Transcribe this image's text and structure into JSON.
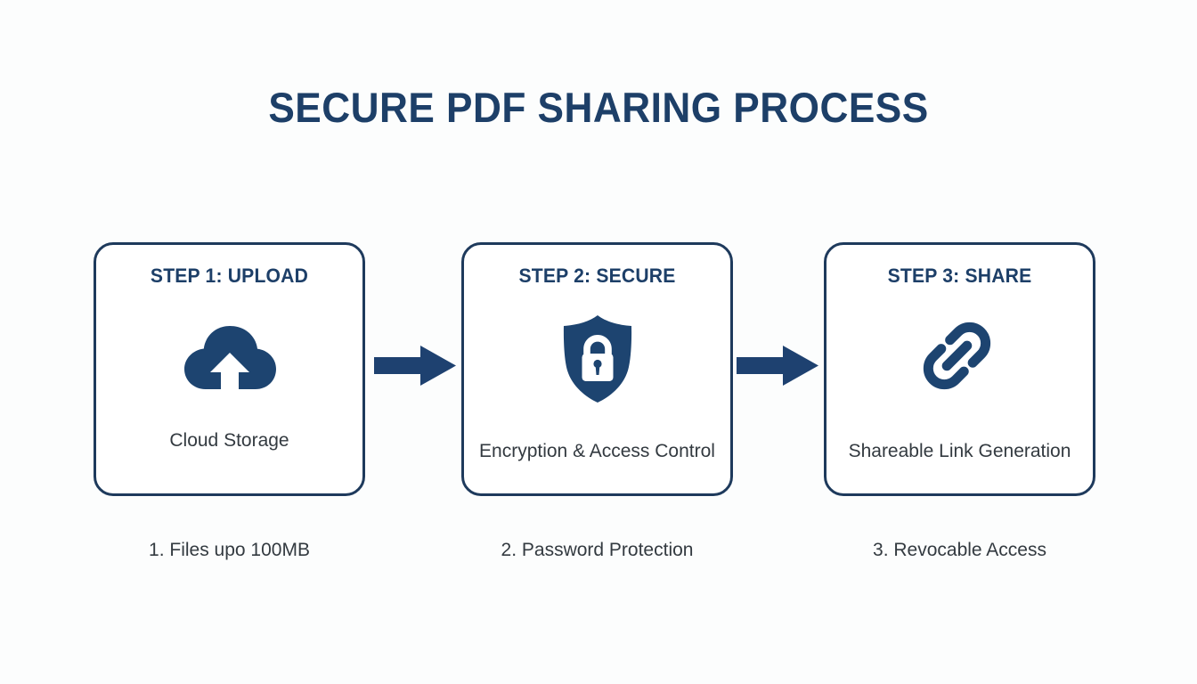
{
  "page": {
    "title": "SECURE PDF SHARING PROCESS",
    "background_color": "#fcfdfd",
    "accent_color": "#1d3f68",
    "border_color": "#1e3a5c",
    "text_color": "#333a40"
  },
  "steps": [
    {
      "heading": "STEP 1: UPLOAD",
      "icon": "cloud-upload-icon",
      "caption": "Cloud Storage",
      "footnote": "1. Files upo 100MB"
    },
    {
      "heading": "STEP 2: SECURE",
      "icon": "shield-lock-icon",
      "caption": "Encryption & Access Control",
      "footnote": "2. Password Protection"
    },
    {
      "heading": "STEP 3: SHARE",
      "icon": "chain-link-icon",
      "caption": "Shareable Link Generation",
      "footnote": "3. Revocable Access"
    }
  ],
  "connectors": [
    {
      "name": "arrow-step1-to-step2",
      "direction": "right"
    },
    {
      "name": "arrow-step2-to-step3",
      "direction": "right"
    }
  ]
}
